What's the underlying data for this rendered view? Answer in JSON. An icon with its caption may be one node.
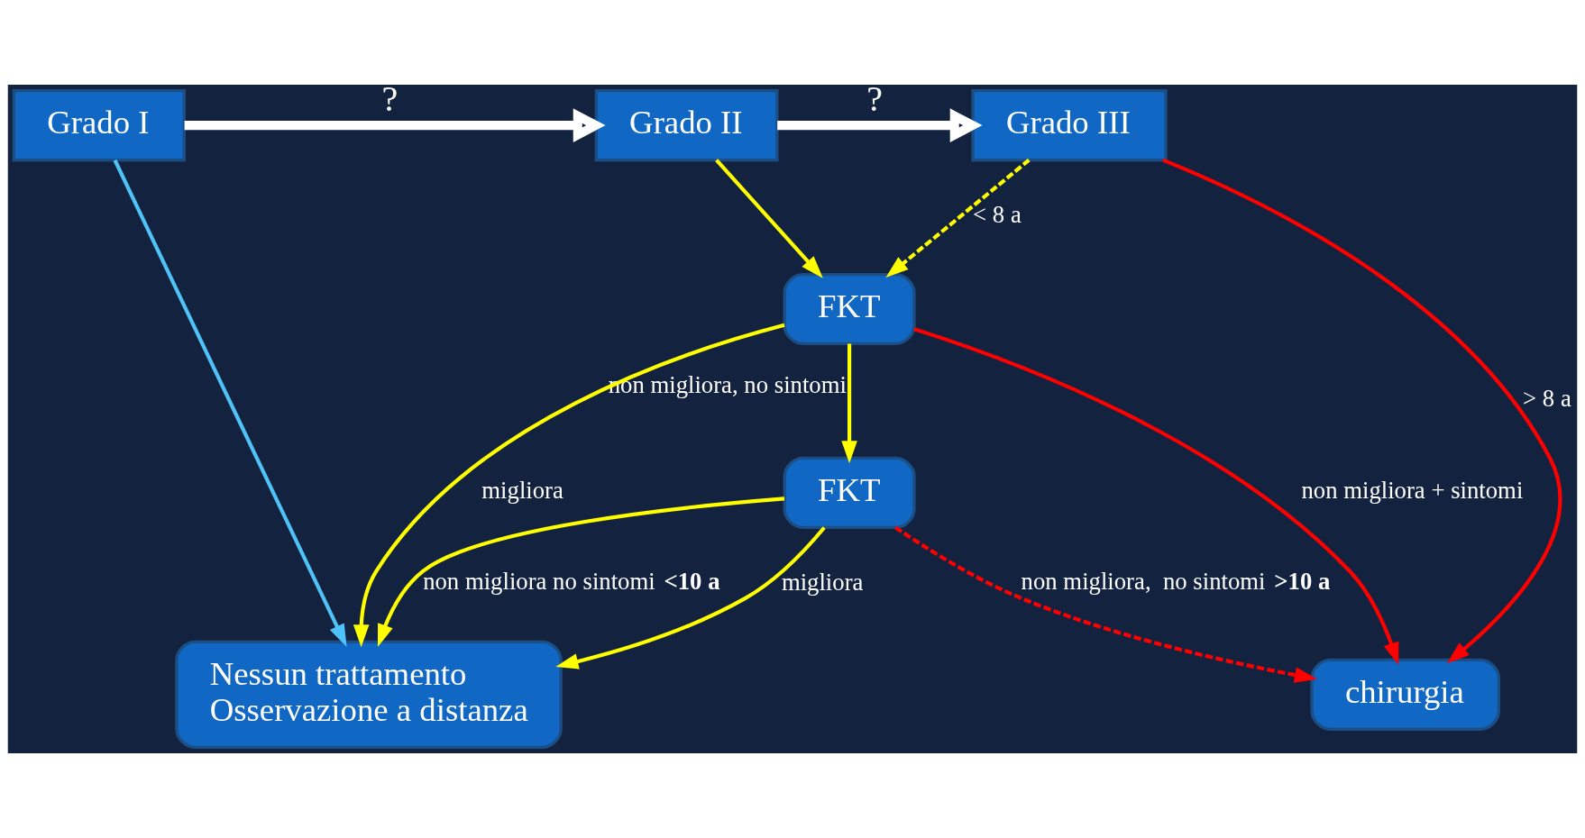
{
  "diagram": {
    "nodes": [
      {
        "text": [
          "Grado I"
        ]
      },
      {
        "text": [
          "Grado II"
        ]
      },
      {
        "text": [
          "Grado III"
        ]
      },
      {
        "text": [
          "FKT"
        ]
      },
      {
        "text": [
          "FKT"
        ]
      },
      {
        "text": [
          "Nessun trattamento",
          "Osservazione a distanza"
        ]
      },
      {
        "text": [
          "chirurgia"
        ]
      }
    ],
    "edges": [
      {
        "from": 0,
        "to": 1,
        "arrow": "to",
        "label": "?",
        "style": "thick",
        "color": "#ffffff"
      },
      {
        "from": 1,
        "to": 2,
        "arrow": "to",
        "label": "?",
        "style": "thick",
        "color": "#ffffff"
      },
      {
        "from": 0,
        "to": 5,
        "arrow": "to",
        "color": "#4fc3f7"
      },
      {
        "from": 1,
        "to": 3,
        "arrow": "to"
      },
      {
        "from": 2,
        "to": 3,
        "arrow": "to",
        "label": "< 8 a",
        "style": "dashed"
      },
      {
        "from": 3,
        "to": 5,
        "arrow": "to",
        "label": "migliora"
      },
      {
        "from": 3,
        "to": 4,
        "arrow": "to",
        "label": "non migliora, no sintomi"
      },
      {
        "from": 3,
        "to": 6,
        "arrow": "to",
        "label": "non migliora + sintomi",
        "color": "#ff0000"
      },
      {
        "from": 2,
        "to": 6,
        "arrow": "to",
        "label": "> 8 a",
        "color": "#ff0000"
      },
      {
        "from": 4,
        "to": 5,
        "arrow": "to",
        "label": "migliora"
      },
      {
        "from": 4,
        "to": 5,
        "arrow": "to",
        "label": "non migliora no sintomi **<10 a**"
      },
      {
        "from": 4,
        "to": 6,
        "arrow": "to",
        "label": "non migliora,  no sintomi **>10 a**",
        "style": "dashed",
        "color": "#ff0000"
      }
    ]
  }
}
